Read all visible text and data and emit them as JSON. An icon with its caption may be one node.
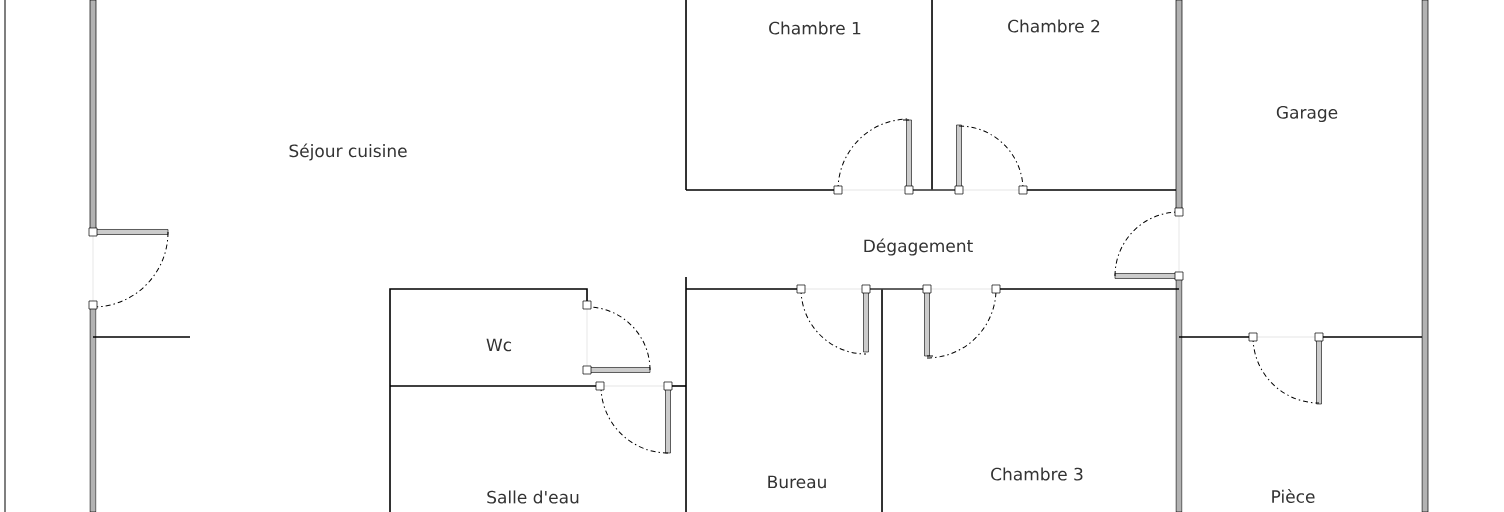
{
  "diagram": {
    "labels": [
      "Chambre 1",
      "Chambre 2",
      "Séjour cuisine",
      "Garage",
      "Dégagement",
      "Wc",
      "Bureau",
      "Chambre 3",
      "Salle d'eau",
      "Pièce"
    ]
  }
}
